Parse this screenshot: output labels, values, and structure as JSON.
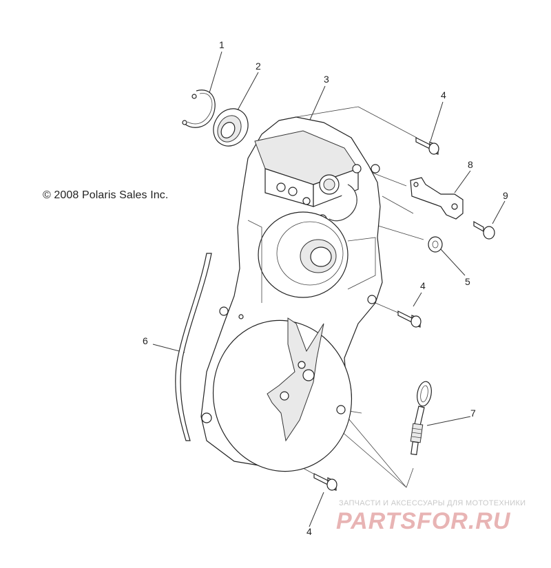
{
  "diagram": {
    "copyright": "© 2008 Polaris Sales Inc.",
    "callouts": [
      {
        "id": "1",
        "label": "1"
      },
      {
        "id": "2",
        "label": "2"
      },
      {
        "id": "3",
        "label": "3"
      },
      {
        "id": "4a",
        "label": "4"
      },
      {
        "id": "8",
        "label": "8"
      },
      {
        "id": "9",
        "label": "9"
      },
      {
        "id": "5",
        "label": "5"
      },
      {
        "id": "4b",
        "label": "4"
      },
      {
        "id": "6",
        "label": "6"
      },
      {
        "id": "7",
        "label": "7"
      },
      {
        "id": "4c",
        "label": "4"
      }
    ]
  },
  "watermark": {
    "tagline": "ЗАПЧАСТИ И АКСЕССУАРЫ ДЛЯ МОТОТЕХНИКИ",
    "brand": "PARTSFOR.RU"
  }
}
